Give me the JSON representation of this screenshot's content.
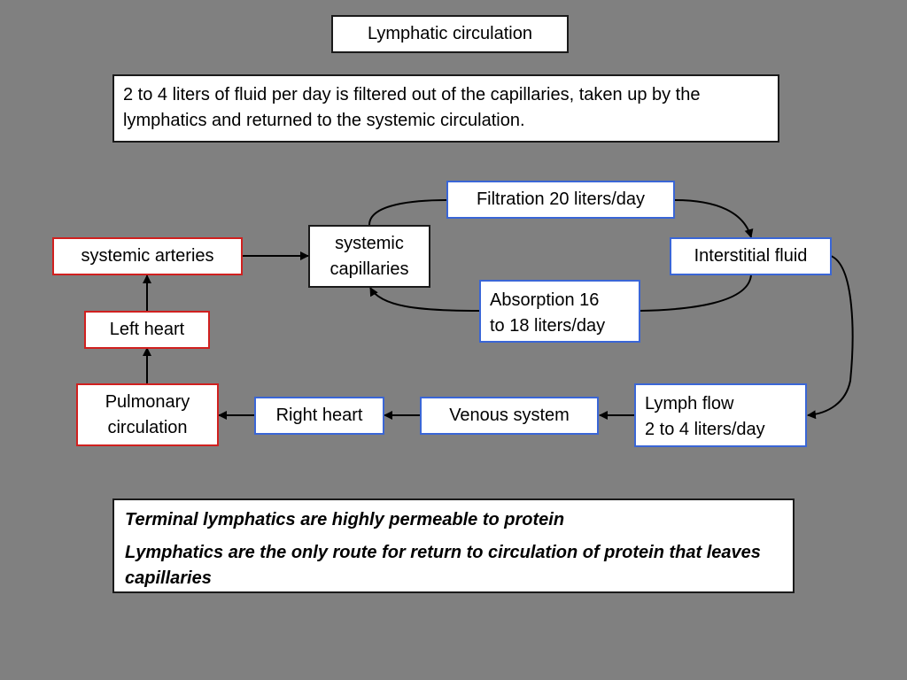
{
  "title": "Lymphatic circulation",
  "intro": "2 to 4 liters of fluid per day is filtered out of the capillaries, taken up by the lymphatics and returned to the systemic circulation.",
  "nodes": {
    "systemic_arteries": "systemic arteries",
    "systemic_capillaries": "systemic\ncapillaries",
    "filtration": "Filtration 20 liters/day",
    "interstitial_fluid": "Interstitial fluid",
    "absorption": "Absorption 16\nto 18 liters/day",
    "left_heart": "Left heart",
    "pulmonary_circulation": "Pulmonary\ncirculation",
    "right_heart": "Right heart",
    "venous_system": "Venous system",
    "lymph_flow": "Lymph flow\n2 to 4 liters/day"
  },
  "notes": {
    "line1": "Terminal lymphatics are highly permeable to protein",
    "line2": "Lymphatics are the only route for return to circulation of protein that leaves capillaries"
  },
  "colors": {
    "background": "#808080",
    "box_fill": "#ffffff",
    "black_border": "#1a1a1a",
    "blue_border": "#3a66d6",
    "red_border": "#d0201f"
  }
}
